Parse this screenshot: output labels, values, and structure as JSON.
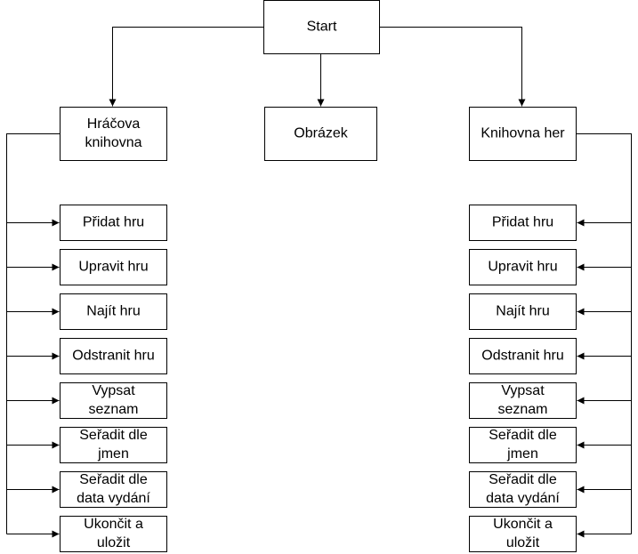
{
  "nodes": {
    "start": [
      "Start"
    ],
    "players_library": [
      "Hráčova",
      "knihovna"
    ],
    "image": [
      "Obrázek"
    ],
    "games_library": [
      "Knihovna her"
    ]
  },
  "submenu_items": [
    [
      "Přidat hru"
    ],
    [
      "Upravit hru"
    ],
    [
      "Najít hru"
    ],
    [
      "Odstranit hru"
    ],
    [
      "Vypsat",
      "seznam"
    ],
    [
      "Seřadit dle",
      "jmen"
    ],
    [
      "Seřadit dle",
      "data vydání"
    ],
    [
      "Ukončit a",
      "uložit"
    ]
  ],
  "colors": {
    "stroke": "#000000",
    "fill": "#ffffff"
  }
}
